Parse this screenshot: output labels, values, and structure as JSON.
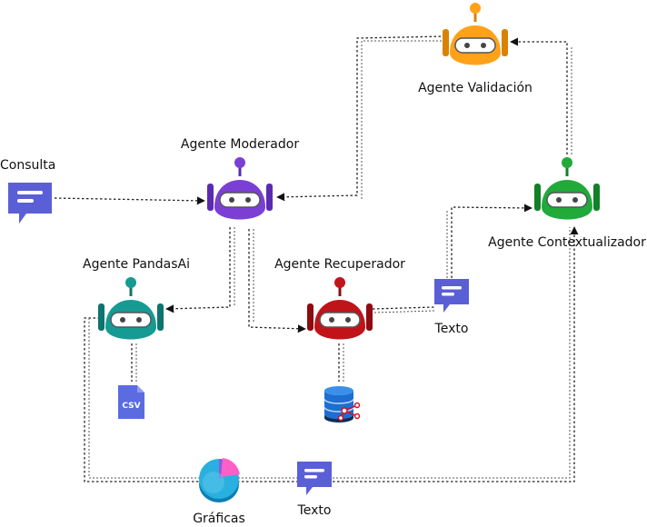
{
  "nodes": {
    "consulta": {
      "label": "Consulta"
    },
    "moderador": {
      "label": "Agente Moderador",
      "color": "#7b3fd6",
      "dark": "#5a2bb0"
    },
    "validacion": {
      "label": "Agente Validación",
      "color": "#ffa21a",
      "dark": "#d98200"
    },
    "contextualizador": {
      "label": "Agente Contextualizador",
      "color": "#1faa3a",
      "dark": "#138028"
    },
    "pandasai": {
      "label": "Agente PandasAi",
      "color": "#159b93",
      "dark": "#0e746e"
    },
    "recuperador": {
      "label": "Agente Recuperador",
      "color": "#c0141a",
      "dark": "#8e0b10"
    },
    "texto_recuperador": {
      "label": "Texto"
    },
    "texto_bottom": {
      "label": "Texto"
    },
    "graficas": {
      "label": "Gráficas"
    },
    "csv_file": {
      "label": "CSV"
    }
  },
  "colors": {
    "chat_icon": "#5b5fd6",
    "csv_icon": "#5b6be0",
    "database": "#1c6fd1",
    "edge": "#222222"
  }
}
